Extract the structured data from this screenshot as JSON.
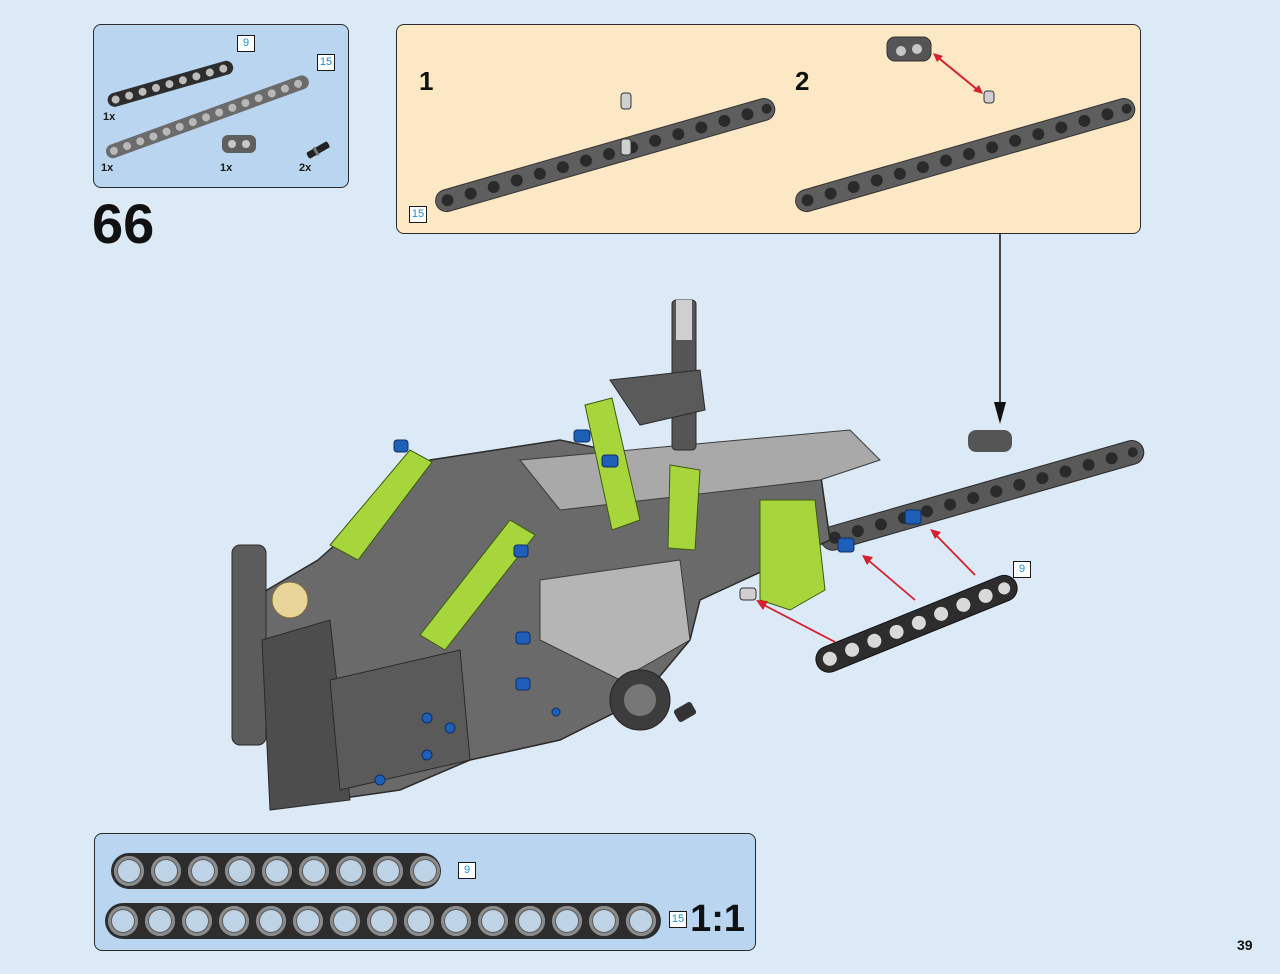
{
  "parts_list": {
    "items": [
      {
        "length_label": "9",
        "qty": "1x",
        "name": "technic-beam-9"
      },
      {
        "length_label": "15",
        "qty": "1x",
        "name": "technic-beam-15"
      },
      {
        "qty": "1x",
        "name": "technic-connector-block"
      },
      {
        "qty": "2x",
        "name": "technic-pin-axle"
      }
    ]
  },
  "step": {
    "number": "66"
  },
  "sub_assembly": {
    "steps": [
      {
        "number": "1"
      },
      {
        "number": "2"
      }
    ],
    "length_label": "15"
  },
  "main_callout": {
    "length_label": "9"
  },
  "scale_ruler": {
    "beams": [
      {
        "length_label": "9",
        "holes": 9
      },
      {
        "length_label": "15",
        "holes": 15
      }
    ],
    "scale": "1:1"
  },
  "page": {
    "number": "39"
  },
  "colors": {
    "background": "#dce9f7",
    "callout_blue": "#b9d5ef",
    "sub_panel": "#fce8c4",
    "beam_dark": "#2d2d2d",
    "beam_gray": "#6b6b6b",
    "lime": "#a7d63c",
    "pin_blue": "#1f5fb8",
    "arrow_red": "#d6202c",
    "length_label_text": "#1a8fd6"
  }
}
